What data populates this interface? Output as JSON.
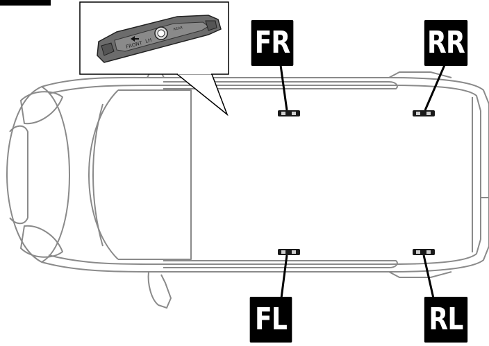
{
  "labels": {
    "front_right": "FR",
    "rear_right": "RR",
    "front_left": "FL",
    "rear_left": "RL"
  },
  "inset": {
    "button_left": "LH",
    "button_front": "FRONT",
    "button_rear": "REAR"
  },
  "colors": {
    "outline": "#8a8a8a",
    "badge": "#000000",
    "badge_text": "#ffffff",
    "sensor": "#1a1a1a"
  }
}
